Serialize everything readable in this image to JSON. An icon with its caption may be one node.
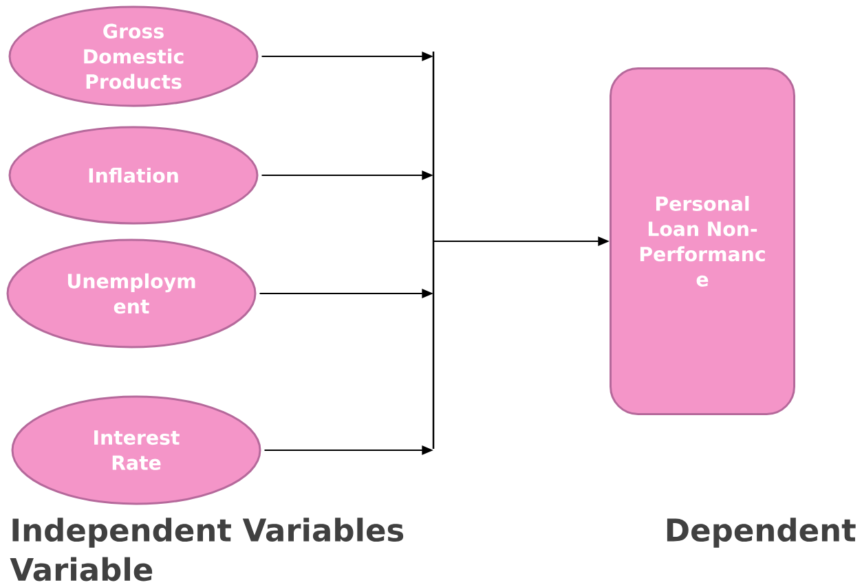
{
  "diagram": {
    "nodes": [
      {
        "text": [
          "Gross Domestic Products"
        ]
      },
      {
        "text": [
          "Inflation"
        ]
      },
      {
        "text": [
          "Unemploym ent"
        ]
      },
      {
        "text": [
          "Interest Rate"
        ]
      },
      {
        "text": [],
        "shape": "bar"
      },
      {
        "text": [
          "Personal Loan Non- Performanc e"
        ]
      }
    ],
    "edges": [
      {
        "from": 0,
        "to": 4,
        "arrow": "to"
      },
      {
        "from": 1,
        "to": 4,
        "arrow": "to"
      },
      {
        "from": 2,
        "to": 4,
        "arrow": "to"
      },
      {
        "from": 3,
        "to": 4,
        "arrow": "to"
      },
      {
        "from": 4,
        "to": 5,
        "arrow": "to"
      }
    ],
    "labels": [
      "Independent Variables",
      "Dependent",
      "Variable"
    ]
  }
}
